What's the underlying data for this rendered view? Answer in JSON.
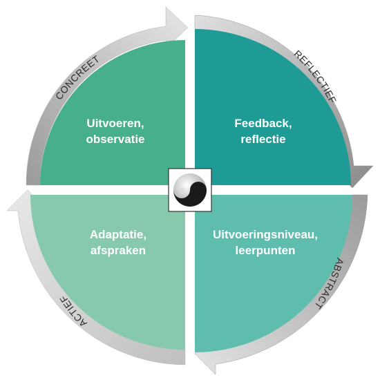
{
  "quadrants": {
    "top_left": {
      "line1": "Uitvoeren,",
      "line2": "observatie",
      "color": "#47B08A"
    },
    "top_right": {
      "line1": "Feedback,",
      "line2": "reflectie",
      "color": "#1F9B96"
    },
    "bottom_left": {
      "line1": "Adaptatie,",
      "line2": "afspraken",
      "color": "#86C9AC"
    },
    "bottom_right": {
      "line1": "Uitvoeringsniveau,",
      "line2": "leerpunten",
      "color": "#5FBDAD"
    }
  },
  "arc_labels": {
    "top_left": "CONCREET",
    "top_right": "REFLECTIEF",
    "bottom_right": "ABSTRACT",
    "bottom_left": "ACTIEF"
  },
  "center": {
    "icon": "yin-yang-icon"
  },
  "colors": {
    "arrow_light": "#D6D6D6",
    "arrow_dark": "#8E8E8E"
  }
}
